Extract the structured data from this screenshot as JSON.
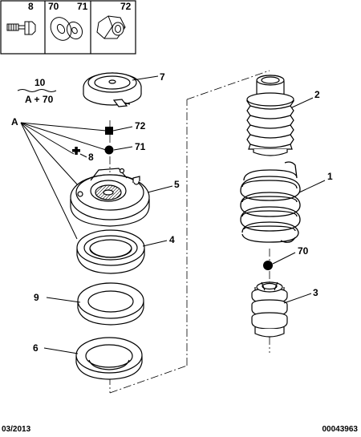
{
  "legend": {
    "headers": [
      "8",
      "70",
      "71",
      "72"
    ]
  },
  "callouts": {
    "c1": "1",
    "c2": "2",
    "c3": "3",
    "c4": "4",
    "c5": "5",
    "c6": "6",
    "c7": "7",
    "c8": "8",
    "c9": "9",
    "c70": "70",
    "c71": "71",
    "c72": "72",
    "A": "A",
    "kit_top": "10",
    "kit_bottom": "A + 70"
  },
  "footer": {
    "date": "03/2013",
    "ref": "00043963"
  }
}
